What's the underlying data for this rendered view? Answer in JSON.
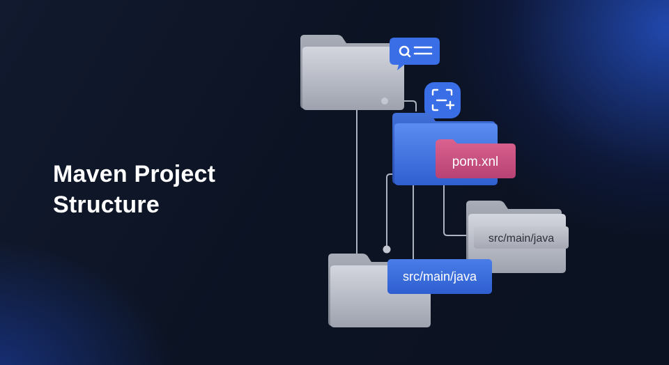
{
  "title": {
    "line1": "Maven Project",
    "line2": "Structure"
  },
  "labels": {
    "pom": "pom.xnl",
    "src_right": "src/main/java",
    "src_bottom": "src/main/java"
  },
  "icons": {
    "search_bubble": "search-list-icon",
    "scan_add": "scan-add-icon"
  },
  "colors": {
    "accent_blue": "#3b6fe0",
    "pom_pink": "#c9507f",
    "folder_gray": "#b9bcc6",
    "background": "#0d1424"
  }
}
